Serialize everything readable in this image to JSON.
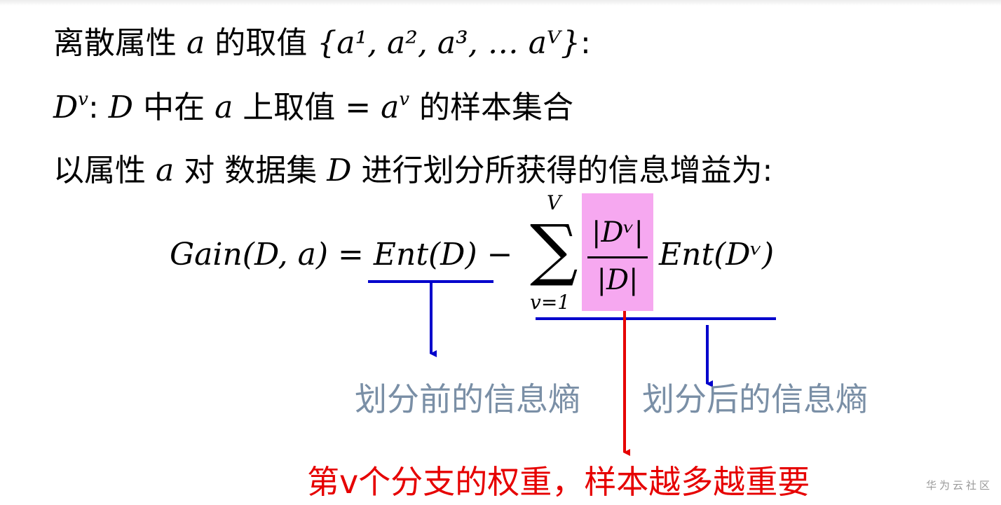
{
  "line1": {
    "prefix": "离散属性 ",
    "var_a": "a",
    "middle": " 的取值 ",
    "set": "{a¹, a², a³, … aⱽ}",
    "colon": ":"
  },
  "line2": {
    "dv": "D",
    "dv_sup": "v",
    "colon": ": ",
    "d": "D",
    "t1": " 中在 ",
    "a": "a",
    "t2": " 上取值 = ",
    "av": "a",
    "av_sup": "v",
    "t3": " 的样本集合"
  },
  "line3": {
    "t1": "以属性 ",
    "a": "a",
    "t2": " 对 数据集 ",
    "d": "D",
    "t3": " 进行划分所获得的信息增益为:"
  },
  "formula": {
    "lhs": "Gain(D, a) = Ent(D) −",
    "sum_top": "V",
    "sum_symbol": "∑",
    "sum_bottom": "v=1",
    "frac_num": "|Dᵛ|",
    "frac_den": "|D|",
    "rhs": "Ent(Dᵛ)"
  },
  "labels": {
    "before": "划分前的信息熵",
    "after": "划分后的信息熵",
    "weight": "第v个分支的权重，样本越多越重要"
  },
  "watermark": "华为云社区",
  "colors": {
    "blue": "#0000cc",
    "red": "#e60000",
    "highlight": "#f6a8f0",
    "label_gray": "#7a8fa6"
  }
}
